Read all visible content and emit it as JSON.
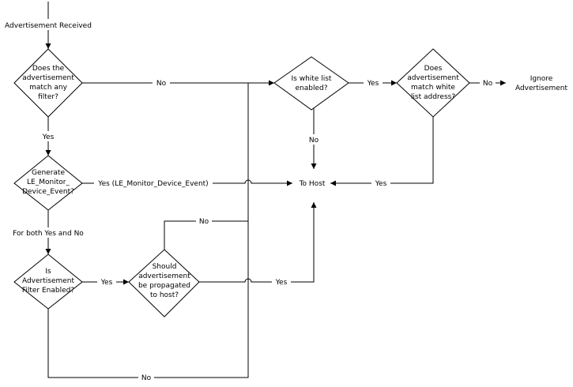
{
  "nodes": {
    "start": "Advertisement Received",
    "match_filter": [
      "Does the",
      "advertisement",
      "match any",
      "filter?"
    ],
    "generate_event": [
      "Generate",
      "LE_Monitor_",
      "Device_Event?"
    ],
    "filter_enabled": [
      "Is",
      "Advertisement",
      "Filter Enabled?"
    ],
    "should_propagate": [
      "Should",
      "advertisement",
      "be propagated",
      "to host?"
    ],
    "white_list": [
      "Is white list",
      "enabled?"
    ],
    "match_white_list": [
      "Does",
      "advertisement",
      "match white",
      "list address?"
    ],
    "to_host": "To Host",
    "ignore": [
      "Ignore",
      "Advertisement"
    ]
  },
  "edges": {
    "match_no": "No",
    "match_yes": "Yes",
    "generate_yes": "Yes (LE_Monitor_Device_Event)",
    "generate_both": "For both Yes and No",
    "filter_enabled_yes": "Yes",
    "filter_enabled_no": "No",
    "propagate_no": "No",
    "propagate_yes": "Yes",
    "white_list_yes": "Yes",
    "white_list_no": "No",
    "white_match_no": "No",
    "white_match_yes": "Yes"
  }
}
